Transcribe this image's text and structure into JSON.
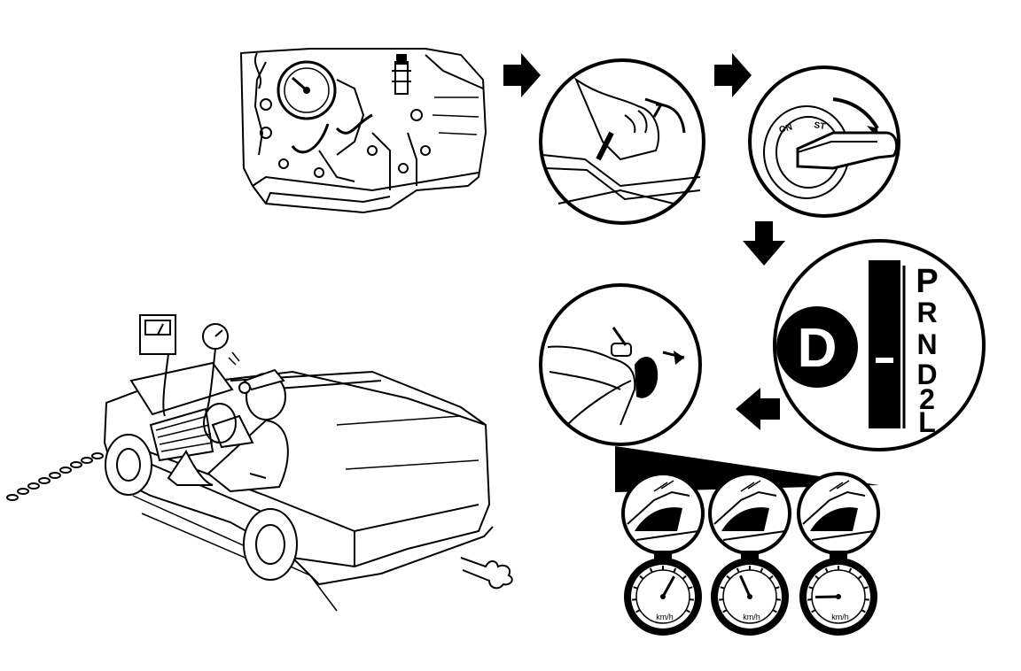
{
  "shift_indicator": {
    "big_letter": "D",
    "positions": [
      "P",
      "R",
      "N",
      "D",
      "2",
      "L"
    ]
  },
  "ignition": {
    "on_label": "ON",
    "start_label": "ST"
  },
  "stall_gauges": [
    {
      "unit": "km/h",
      "needle_level": 0.62
    },
    {
      "unit": "km/h",
      "needle_level": 0.4
    },
    {
      "unit": "km/h",
      "needle_level": 0.12
    }
  ],
  "colors": {
    "ink": "#000000",
    "paper": "#ffffff"
  }
}
